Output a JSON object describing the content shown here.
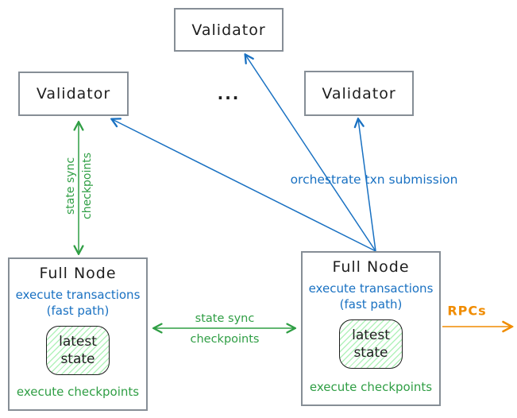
{
  "diagram": {
    "validators": {
      "top": {
        "label": "Validator"
      },
      "left": {
        "label": "Validator"
      },
      "right": {
        "label": "Validator"
      },
      "ellipsis": "..."
    },
    "full_node_left": {
      "title": "Full Node",
      "execute_line1": "execute transactions",
      "execute_line2": "(fast path)",
      "state_line1": "latest",
      "state_line2": "state",
      "footer": "execute checkpoints"
    },
    "full_node_right": {
      "title": "Full Node",
      "execute_line1": "execute transactions",
      "execute_line2": "(fast path)",
      "state_line1": "latest",
      "state_line2": "state",
      "footer": "execute checkpoints"
    },
    "edge_labels": {
      "state_sync_vertical_line1": "state sync",
      "state_sync_vertical_line2": "checkpoints",
      "state_sync_horizontal_line1": "state sync",
      "state_sync_horizontal_line2": "checkpoints",
      "orchestrate": "orchestrate txn submission",
      "rpcs": "RPCs"
    },
    "colors": {
      "green": "#2f9e44",
      "blue": "#1971c2",
      "orange": "#f08c00",
      "border": "#868e96",
      "ink": "#1e1e1e",
      "hatch": "#b2f2bb"
    }
  }
}
